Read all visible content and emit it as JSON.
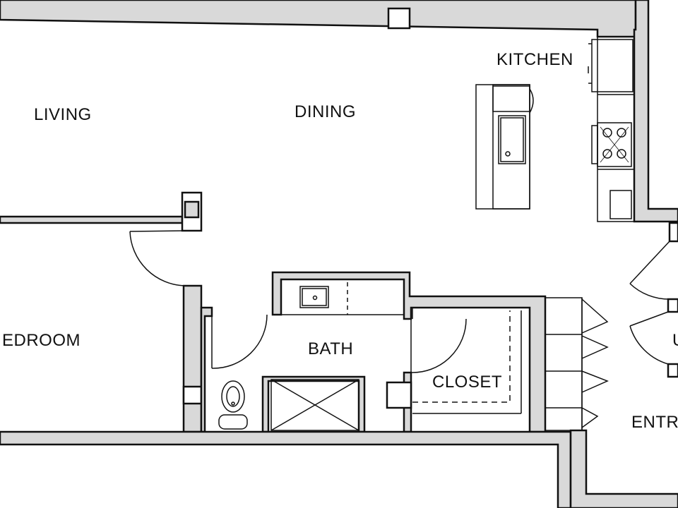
{
  "rooms": {
    "living": "LIVING",
    "dining": "DINING",
    "kitchen": "KITCHEN",
    "bedroom": "EDROOM",
    "bath": "BATH",
    "closet": "CLOSET",
    "entry": "ENTRY",
    "partial_u": "U"
  },
  "colors": {
    "wall_fill": "#d9d9d9",
    "wall_stroke": "#111111",
    "background": "#ffffff"
  }
}
